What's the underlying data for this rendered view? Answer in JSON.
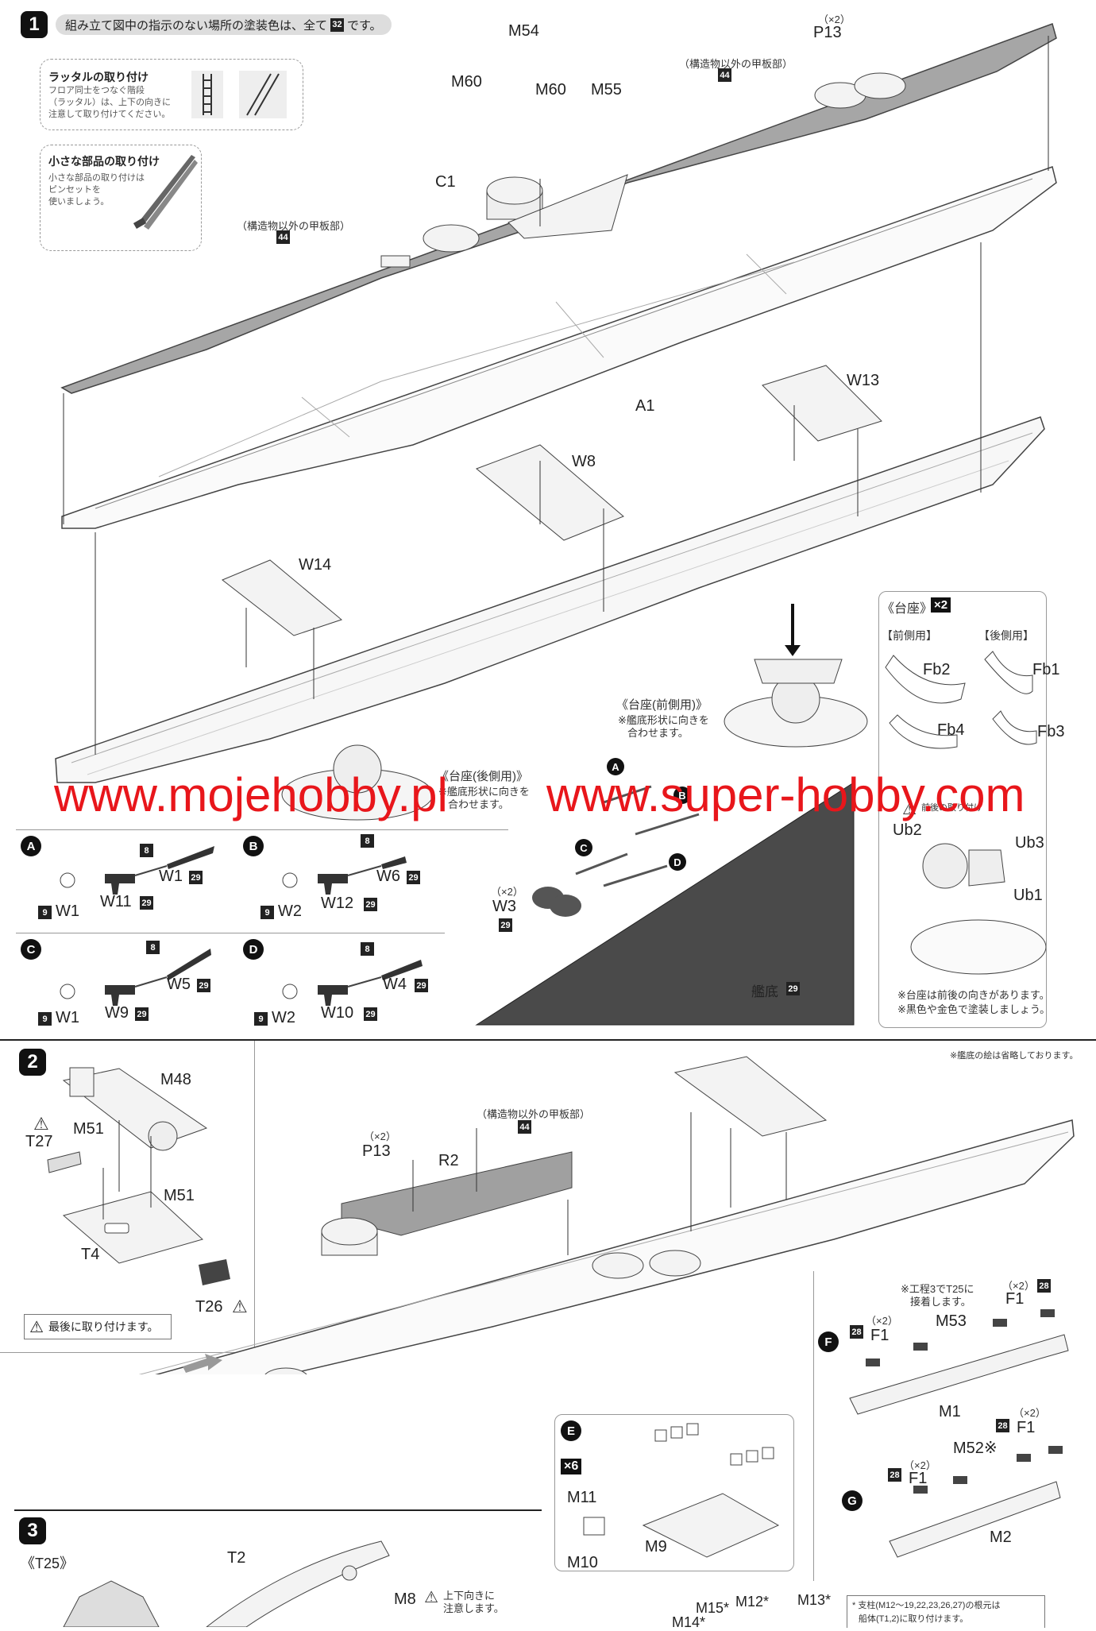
{
  "header": {
    "step1_number": "1",
    "step1_instruction": "組み立て図中の指示のない場所の塗装色は、全て",
    "step1_color_code": "32",
    "step1_instruction_end": "です。"
  },
  "tips": {
    "ladder_title": "ラッタルの取り付け",
    "ladder_text1": "フロア同士をつなぐ階段",
    "ladder_text2": "（ラッタル）は、上下の向きに",
    "ladder_text3": "注意して取り付けてください。",
    "small_title": "小さな部品の取り付け",
    "small_text1": "小さな部品の取り付けは",
    "small_text2": "ピンセットを",
    "small_text3": "使いましょう。"
  },
  "step1_labels": {
    "m54": "M54",
    "m60a": "M60",
    "m60b": "M60",
    "m55": "M55",
    "x2_top": "（×2）",
    "p13": "P13",
    "deck_note": "（構造物以外の甲板部）",
    "deck_code": "44",
    "c1": "C1",
    "deck_note2": "（構造物以外の甲板部）",
    "deck_code2": "44",
    "a1": "A1",
    "w13": "W13",
    "w8": "W8",
    "w14": "W14",
    "stand_front_title": "《台座(前側用)》",
    "stand_front_note1": "※艦底形状に向きを",
    "stand_front_note2": "合わせます。",
    "stand_rear_title": "《台座(後側用)》",
    "stand_rear_note1": "※艦底形状に向きを",
    "stand_rear_note2": "合わせます。",
    "hull_bottom": "艦底",
    "hull_bottom_code": "29",
    "w3_x2": "（×2）",
    "w3": "W3",
    "w3_code": "29"
  },
  "stand_panel": {
    "title": "《台座》",
    "count": "×2",
    "front_label": "【前側用】",
    "rear_label": "【後側用】",
    "fb2": "Fb2",
    "fb1": "Fb1",
    "fb4": "Fb4",
    "fb3": "Fb3",
    "ub2": "Ub2",
    "ub3": "Ub3",
    "ub1": "Ub1",
    "warn_note": "前後の取り付け",
    "note1": "※台座は前後の向きがあります。",
    "note2": "※黒色や金色で塗装しましょう。"
  },
  "propeller_groups": [
    {
      "letter": "A",
      "part1": "W1",
      "code1": "9",
      "part2": "W11",
      "code2": "29",
      "part3": "W1",
      "code3": "29",
      "shaft_code": "8"
    },
    {
      "letter": "B",
      "part1": "W2",
      "code1": "9",
      "part2": "W12",
      "code2": "29",
      "part3": "W6",
      "code3": "29",
      "shaft_code": "8"
    },
    {
      "letter": "C",
      "part1": "W1",
      "code1": "9",
      "part2": "W9",
      "code2": "29",
      "part3": "W5",
      "code3": "29",
      "shaft_code": "8"
    },
    {
      "letter": "D",
      "part1": "W2",
      "code1": "9",
      "part2": "W10",
      "code2": "29",
      "part3": "W4",
      "code3": "29",
      "shaft_code": "8"
    }
  ],
  "hull_letters": [
    "A",
    "B",
    "C",
    "D"
  ],
  "step2": {
    "number": "2",
    "top_note": "※艦底の絵は省略しております。",
    "m48": "M48",
    "m51a": "M51",
    "m51b": "M51",
    "t27": "T27",
    "t4": "T4",
    "t26": "T26",
    "last_note": "最後に取り付けます。",
    "x2": "（×2）",
    "p13": "P13",
    "r2": "R2",
    "deck_note": "（構造物以外の甲板部）",
    "deck_code": "44",
    "t25_note1": "※工程3でT25に",
    "t25_note2": "接着します。",
    "f1_x2_a": "（×2）",
    "f1_a": "F1",
    "f1_code_a": "28",
    "f1_x2_b": "（×2）",
    "f1_b": "F1",
    "f1_code_b": "28",
    "m53": "M53",
    "m1": "M1",
    "f_letter": "F",
    "f1_x2_c": "（×2）",
    "f1_c": "F1",
    "f1_code_c": "28",
    "m52": "M52※",
    "f1_x2_d": "（×2）",
    "f1_d": "F1",
    "f1_code_d": "28",
    "m2": "M2",
    "g_letter": "G",
    "e_letter": "E",
    "e_count": "×6",
    "m11": "M11",
    "m10": "M10",
    "m9": "M9"
  },
  "step3": {
    "number": "3",
    "t25": "《T25》",
    "t2": "T2",
    "m8": "M8",
    "m8_note1": "上下向きに",
    "m8_note2": "注意します。",
    "m15": "M15*",
    "m12": "M12*",
    "m13": "M13*",
    "m14": "M14*",
    "support_note1": "* 支柱(M12～19,22,23,26,27)の根元は",
    "support_note2": "船体(T1,2)に取り付けます。"
  },
  "watermark": {
    "left": "www.mojehobby.pl",
    "right": "www.super-hobby.com"
  }
}
